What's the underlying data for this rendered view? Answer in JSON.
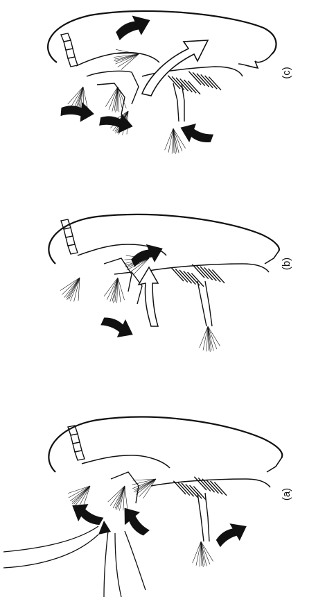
{
  "figure": {
    "panels": [
      {
        "id": "c",
        "label": "(c)"
      },
      {
        "id": "b",
        "label": "(b)"
      },
      {
        "id": "a",
        "label": "(a)"
      }
    ],
    "line_color": "#111111",
    "background": "#ffffff"
  }
}
